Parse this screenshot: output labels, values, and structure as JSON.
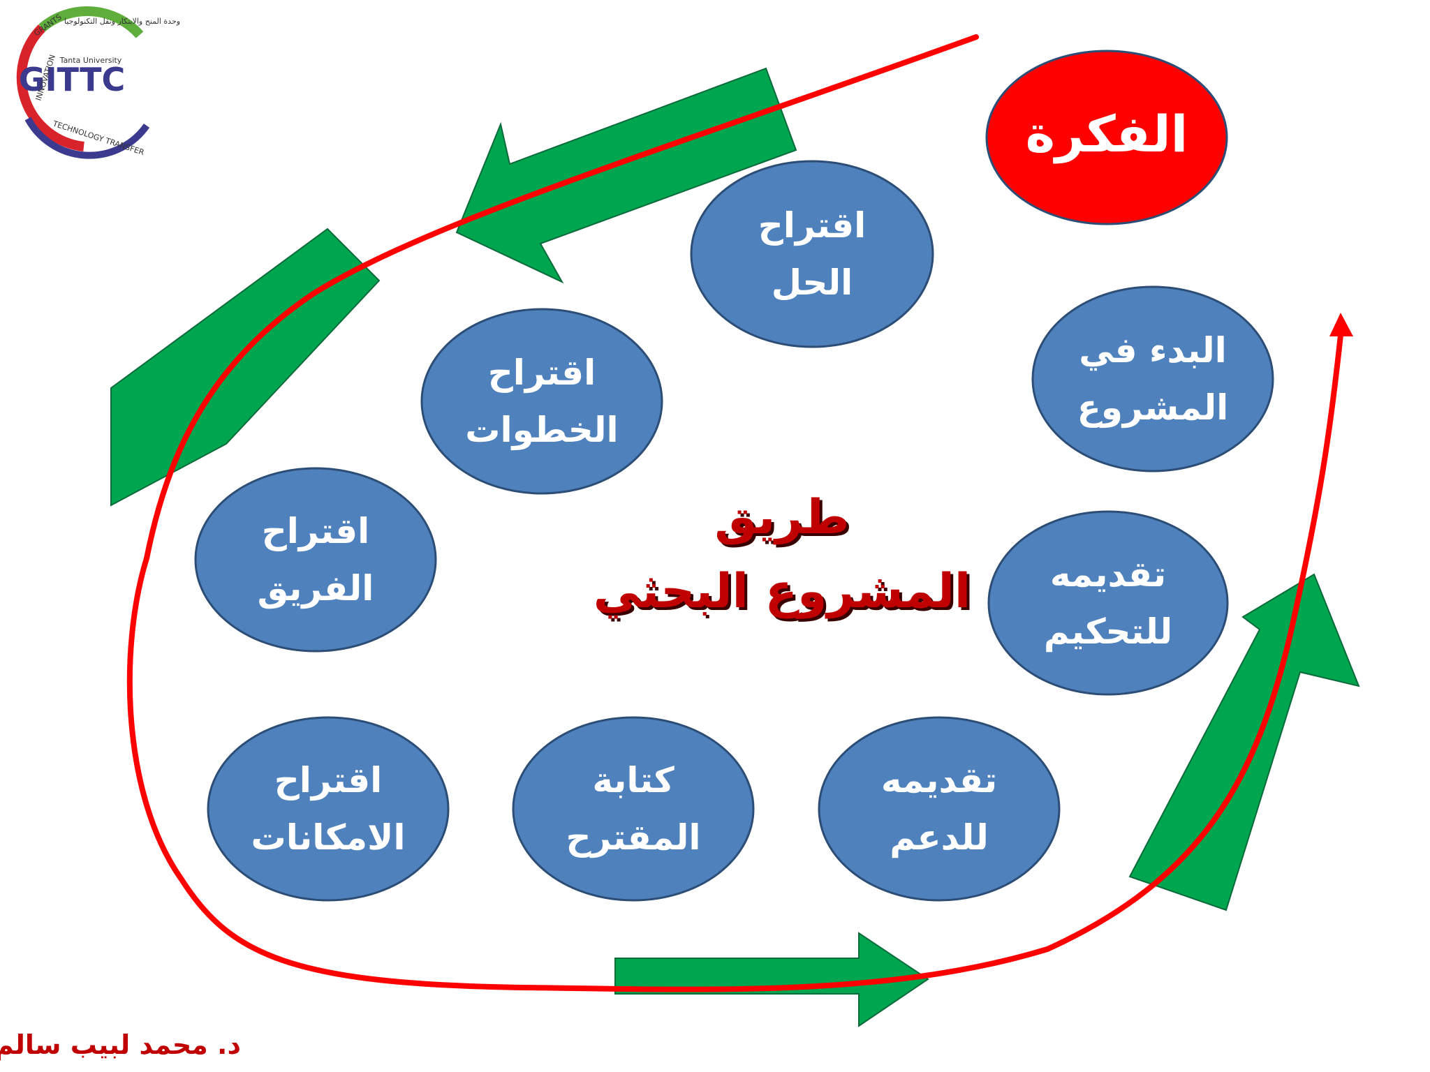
{
  "logo": {
    "main": "GITTC",
    "university": "Tanta University",
    "innovation": "INNOVATION",
    "grants": "GRANTS",
    "tech_transfer": "TECHNOLOGY TRANSFER",
    "arabic": "وحدة المنح والابتكار ونقل التكنولوجيا"
  },
  "title": {
    "line1": "طريق",
    "line2": "المشروع البحثي"
  },
  "idea": "الفكرة",
  "steps": [
    {
      "line1": "اقتراح",
      "line2": "الحل"
    },
    {
      "line1": "البدء في",
      "line2": "المشروع"
    },
    {
      "line1": "اقتراح",
      "line2": "الخطوات"
    },
    {
      "line1": "اقتراح",
      "line2": "الفريق"
    },
    {
      "line1": "تقديمه",
      "line2": "للتحكيم"
    },
    {
      "line1": "اقتراح",
      "line2": "الامكانات"
    },
    {
      "line1": "كتابة",
      "line2": "المقترح"
    },
    {
      "line1": "تقديمه",
      "line2": "للدعم"
    }
  ],
  "author": "د. محمد لبيب سالم",
  "colors": {
    "ellipse_fill": "#4f81bd",
    "ellipse_stroke": "#2c4d75",
    "idea_fill": "#ff0000",
    "arrow_green": "#00a550",
    "curve_red": "#ff0000",
    "title_red": "#c00000"
  }
}
